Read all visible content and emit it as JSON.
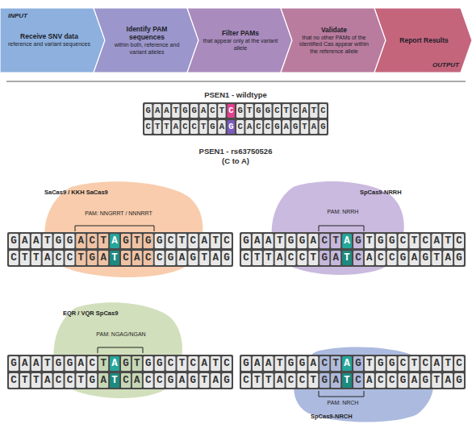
{
  "diagram": {
    "nodes": [
      {
        "text": [
          "INPUT",
          "Receive SNV data",
          "reference and variant sequences"
        ]
      },
      {
        "text": [
          "Identify PAM sequences",
          "within both, reference and variant alleles"
        ]
      },
      {
        "text": [
          "Filter PAMs",
          "that appear only at the variant allele"
        ]
      },
      {
        "text": [
          "Validate",
          "that no other PAMs of the identified Cas appear within the reference allele"
        ]
      },
      {
        "text": [
          "Report Results",
          "OUTPUT"
        ]
      },
      {
        "text": [
          "SaCas9 / KKH SaCas9",
          "PAM: NNGRRT / NNNRRT"
        ]
      },
      {
        "text": [
          "SpCas9-NRRH",
          "PAM: NRRH"
        ]
      },
      {
        "text": [
          "EQR / VQR SpCas9",
          "PAM: NGAG/NGAN"
        ]
      },
      {
        "text": [
          "SpCas9-NRCH",
          "PAM: NRCH"
        ]
      }
    ],
    "labels": [
      "PSEN1 - wildtype",
      "GAATGGACT",
      "C",
      "GTGGCTCATC",
      "CTTACCTGA",
      "G",
      "CACCGAGTAG",
      "PSEN1 - rs63750526 (C to A)",
      "GAATGGACT",
      "A",
      "GTGGCTCATC",
      "CTTACCTGA",
      "T",
      "CACCGAGTAG",
      "GAATGGACT",
      "A",
      "GTGGCTCATC",
      "CTTACCTGA",
      "T",
      "CACCGAGTAG",
      "GAATGGACT",
      "A",
      "GTGGCTCATC",
      "CTTACCTGA",
      "T",
      "CACCGAGTAG",
      "GAATGGACT",
      "A",
      "GTGGCTCATC",
      "CTTACCTGA",
      "T",
      "CACCGAGTAG"
    ]
  }
}
